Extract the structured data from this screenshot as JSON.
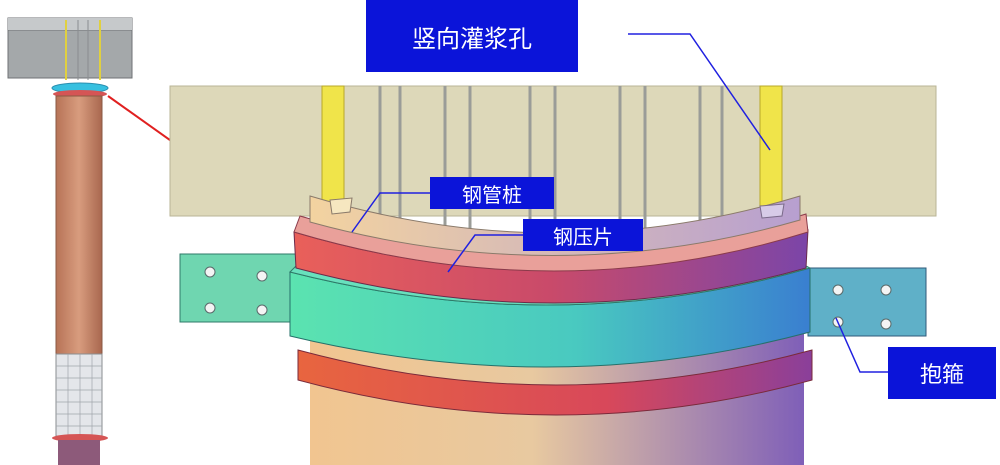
{
  "labels": {
    "grout_hole": "竖向灌浆孔",
    "steel_pipe_pile": "钢管桩",
    "steel_press_plate": "钢压片",
    "hoop": "抱箍"
  },
  "colors": {
    "label_bg": "#0b14d9",
    "label_text": "#ffffff",
    "cap_block": "#a9adaf",
    "pile_copper": "#c98c6d",
    "backplate": "#dcd7b6",
    "hoop_teal": "#55d9b0",
    "red_ring": "#d9534f",
    "leader_line": "#2020e0",
    "arrow_red": "#e02020",
    "grout_tube_yellow": "#f0e040"
  }
}
